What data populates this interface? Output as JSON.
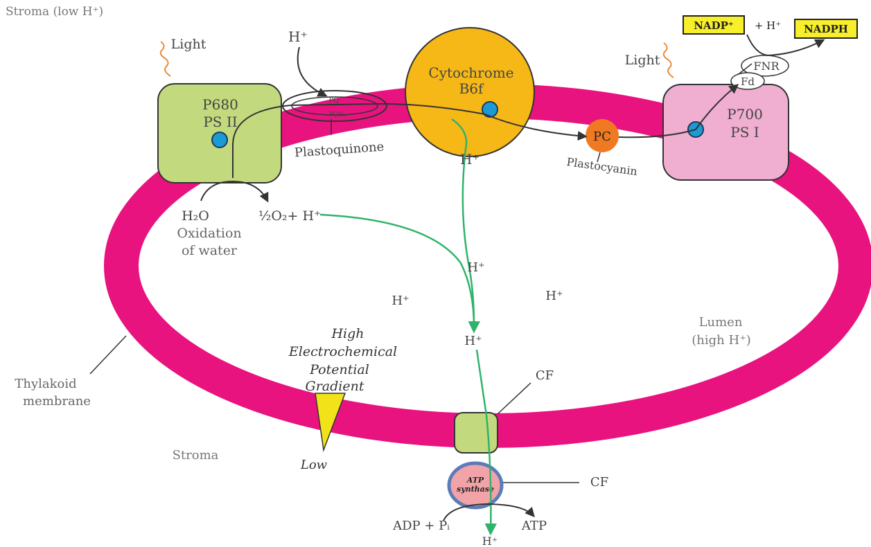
{
  "labels": {
    "stroma_low": "Stroma (low H⁺)",
    "light_left": "Light",
    "h_plus_top": "H⁺",
    "p680": "P680",
    "ps2": "PS II",
    "pq": "PQ",
    "pqh2": "PQH₂",
    "plastoquinone": "Plastoquinone",
    "cytochrome": "Cytochrome",
    "b6f": "B6f",
    "h_plus_cyt": "H⁺",
    "nadp": "NADP⁺",
    "plus_h": "+ H⁺",
    "nadph": "NADPH",
    "fnr": "FNR",
    "fd": "Fd",
    "light_right": "Light",
    "p700": "P700",
    "ps1": "PS I",
    "pc": "PC",
    "plastocyanin": "Plastocyanin",
    "h2o": "H₂O",
    "half_o2": "½O₂+ H⁺",
    "oxidation": "Oxidation",
    "of_water": "of water",
    "h_plus_mid": "H⁺",
    "h_plus_left": "H⁺",
    "h_plus_right": "H⁺",
    "h_plus_lower": "H⁺",
    "lumen": "Lumen",
    "lumen_high": "(high H⁺)",
    "high": "High",
    "electrochemical": "Electrochemical",
    "potential": "Potential",
    "gradient": "Gradient",
    "low": "Low",
    "cf_top": "CF",
    "cf_bottom": "CF",
    "thylakoid": "Thylakoid",
    "membrane": "membrane",
    "stroma": "Stroma",
    "atp_synthase_1": "ATP",
    "atp_synthase_2": "synthase",
    "adp_pi": "ADP + Pᵢ",
    "atp": "ATP",
    "h_plus_bottom": "H⁺"
  },
  "colors": {
    "membrane": "#e8137f",
    "photosystem_green": "#c3d97d",
    "ps1_pink": "#f0aed0",
    "cytochrome": "#f6b817",
    "plastocyanin": "#f07a22",
    "electron_blue": "#1b9ad6",
    "proton_path": "#2fb36a",
    "nadp_box": "#f7ef2c",
    "gradient_triangle": "#f2e21a",
    "atp_synthase": "#f2a3a8"
  },
  "icons": [
    "light-wave-icon",
    "electron-dot-icon",
    "gradient-triangle-icon"
  ]
}
